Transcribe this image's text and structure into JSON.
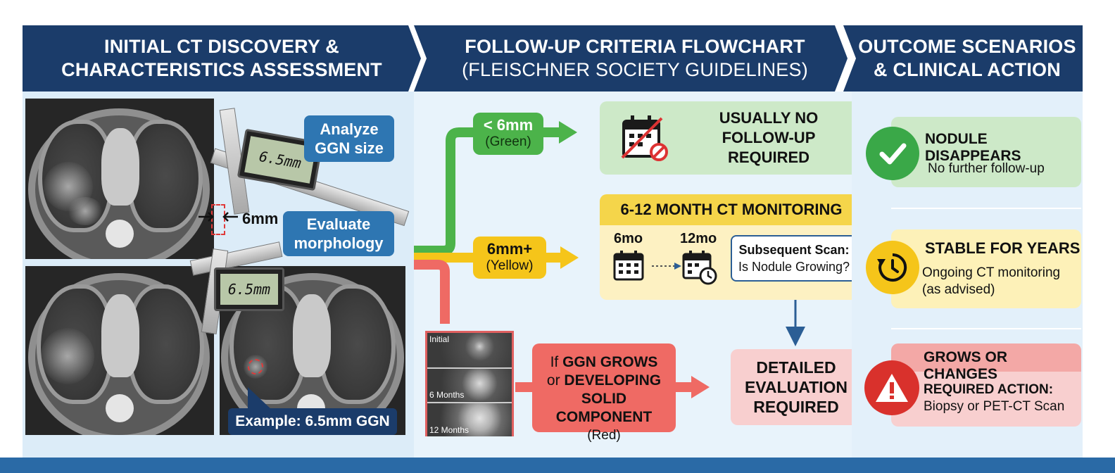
{
  "headers": {
    "col1_line1": "INITIAL CT DISCOVERY &",
    "col1_line2": "CHARACTERISTICS ASSESSMENT",
    "col2_line1": "FOLLOW-UP CRITERIA FLOWCHART",
    "col2_line2": "(FLEISCHNER SOCIETY GUIDELINES)",
    "col3_line1": "OUTCOME SCENARIOS",
    "col3_line2": "& CLINICAL ACTION"
  },
  "discovery": {
    "caliper_reading_1": "6.5mm",
    "caliper_reading_2": "6.5mm",
    "measurement_label": "6mm",
    "callout_size_line1": "Analyze",
    "callout_size_line2": "GGN size",
    "callout_morph_line1": "Evaluate",
    "callout_morph_line2": "morphology",
    "example_label": "Example: 6.5mm GGN"
  },
  "flow": {
    "green_pill_big": "< 6mm",
    "green_pill_small": "(Green)",
    "green_result_line1": "USUALLY NO",
    "green_result_line2": "FOLLOW-UP",
    "green_result_line3": "REQUIRED",
    "yellow_pill_big": "6mm+",
    "yellow_pill_small": "(Yellow)",
    "yellow_title": "6-12 MONTH CT MONITORING",
    "time_6": "6mo",
    "time_12": "12mo",
    "subscan_line1": "Subsequent Scan:",
    "subscan_line2": "Is Nodule Growing?",
    "thumb_initial": "Initial",
    "thumb_6": "6 Months",
    "thumb_12": "12 Months",
    "red_line1_pre": "If ",
    "red_line1_bold": "GGN GROWS",
    "red_line2_pre": "or ",
    "red_line2_bold": "DEVELOPING",
    "red_line3": "SOLID COMPONENT",
    "red_line4": "(Red)",
    "detail_line1": "DETAILED",
    "detail_line2": "EVALUATION",
    "detail_line3": "REQUIRED"
  },
  "outcomes": {
    "o1_title": "NODULE DISAPPEARS",
    "o1_desc": "No further follow-up",
    "o2_title": "STABLE FOR YEARS",
    "o2_desc_line1": "Ongoing CT monitoring",
    "o2_desc_line2": "(as advised)",
    "o3_title": "GROWS OR CHANGES",
    "o3_desc_line1": "REQUIRED ACTION:",
    "o3_desc_line2": "Biopsy or PET-CT Scan"
  },
  "colors": {
    "navy": "#1b3c6a",
    "blue": "#2e76b2",
    "green": "#4cb34a",
    "yellow": "#f5c51a",
    "red": "#ef6a64"
  }
}
